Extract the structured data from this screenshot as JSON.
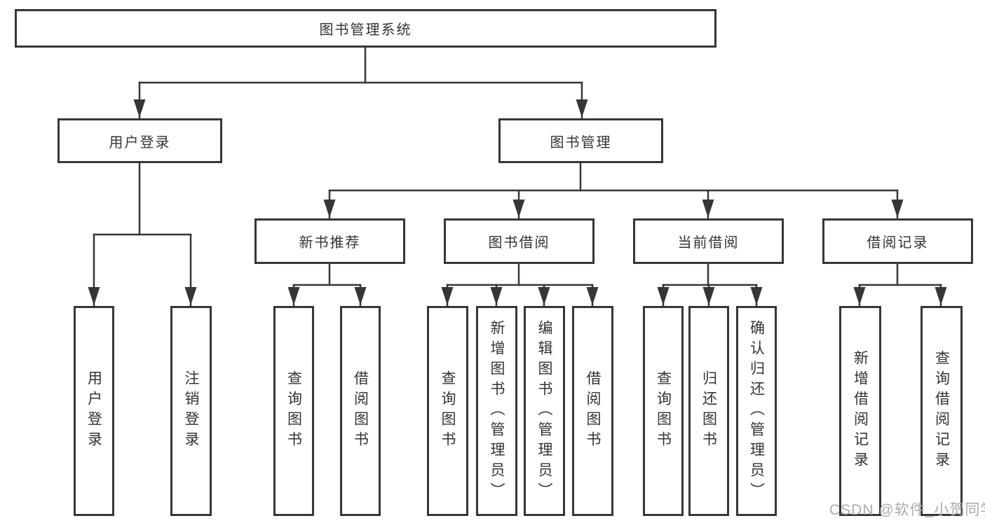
{
  "tree": {
    "root": {
      "label": "图书管理系统"
    },
    "branches": [
      {
        "label": "用户登录",
        "children": [
          {
            "label": "用户登录"
          },
          {
            "label": "注销登录"
          }
        ]
      },
      {
        "label": "图书管理",
        "children": [
          {
            "label": "新书推荐",
            "children": [
              {
                "label": "查询图书"
              },
              {
                "label": "借阅图书"
              }
            ]
          },
          {
            "label": "图书借阅",
            "children": [
              {
                "label": "查询图书"
              },
              {
                "label": "新增图书（管理员）"
              },
              {
                "label": "编辑图书（管理员）"
              },
              {
                "label": "借阅图书"
              }
            ]
          },
          {
            "label": "当前借阅",
            "children": [
              {
                "label": "查询图书"
              },
              {
                "label": "归还图书"
              },
              {
                "label": "确认归还（管理员）"
              }
            ]
          },
          {
            "label": "借阅记录",
            "children": [
              {
                "label": "新增借阅记录"
              },
              {
                "label": "查询借阅记录"
              }
            ]
          }
        ]
      }
    ]
  },
  "watermark": "CSDN @软件_小贺同学",
  "colors": {
    "line": "#363636",
    "text": "#333333",
    "watermark": "#ababab",
    "background": "#ffffff"
  }
}
